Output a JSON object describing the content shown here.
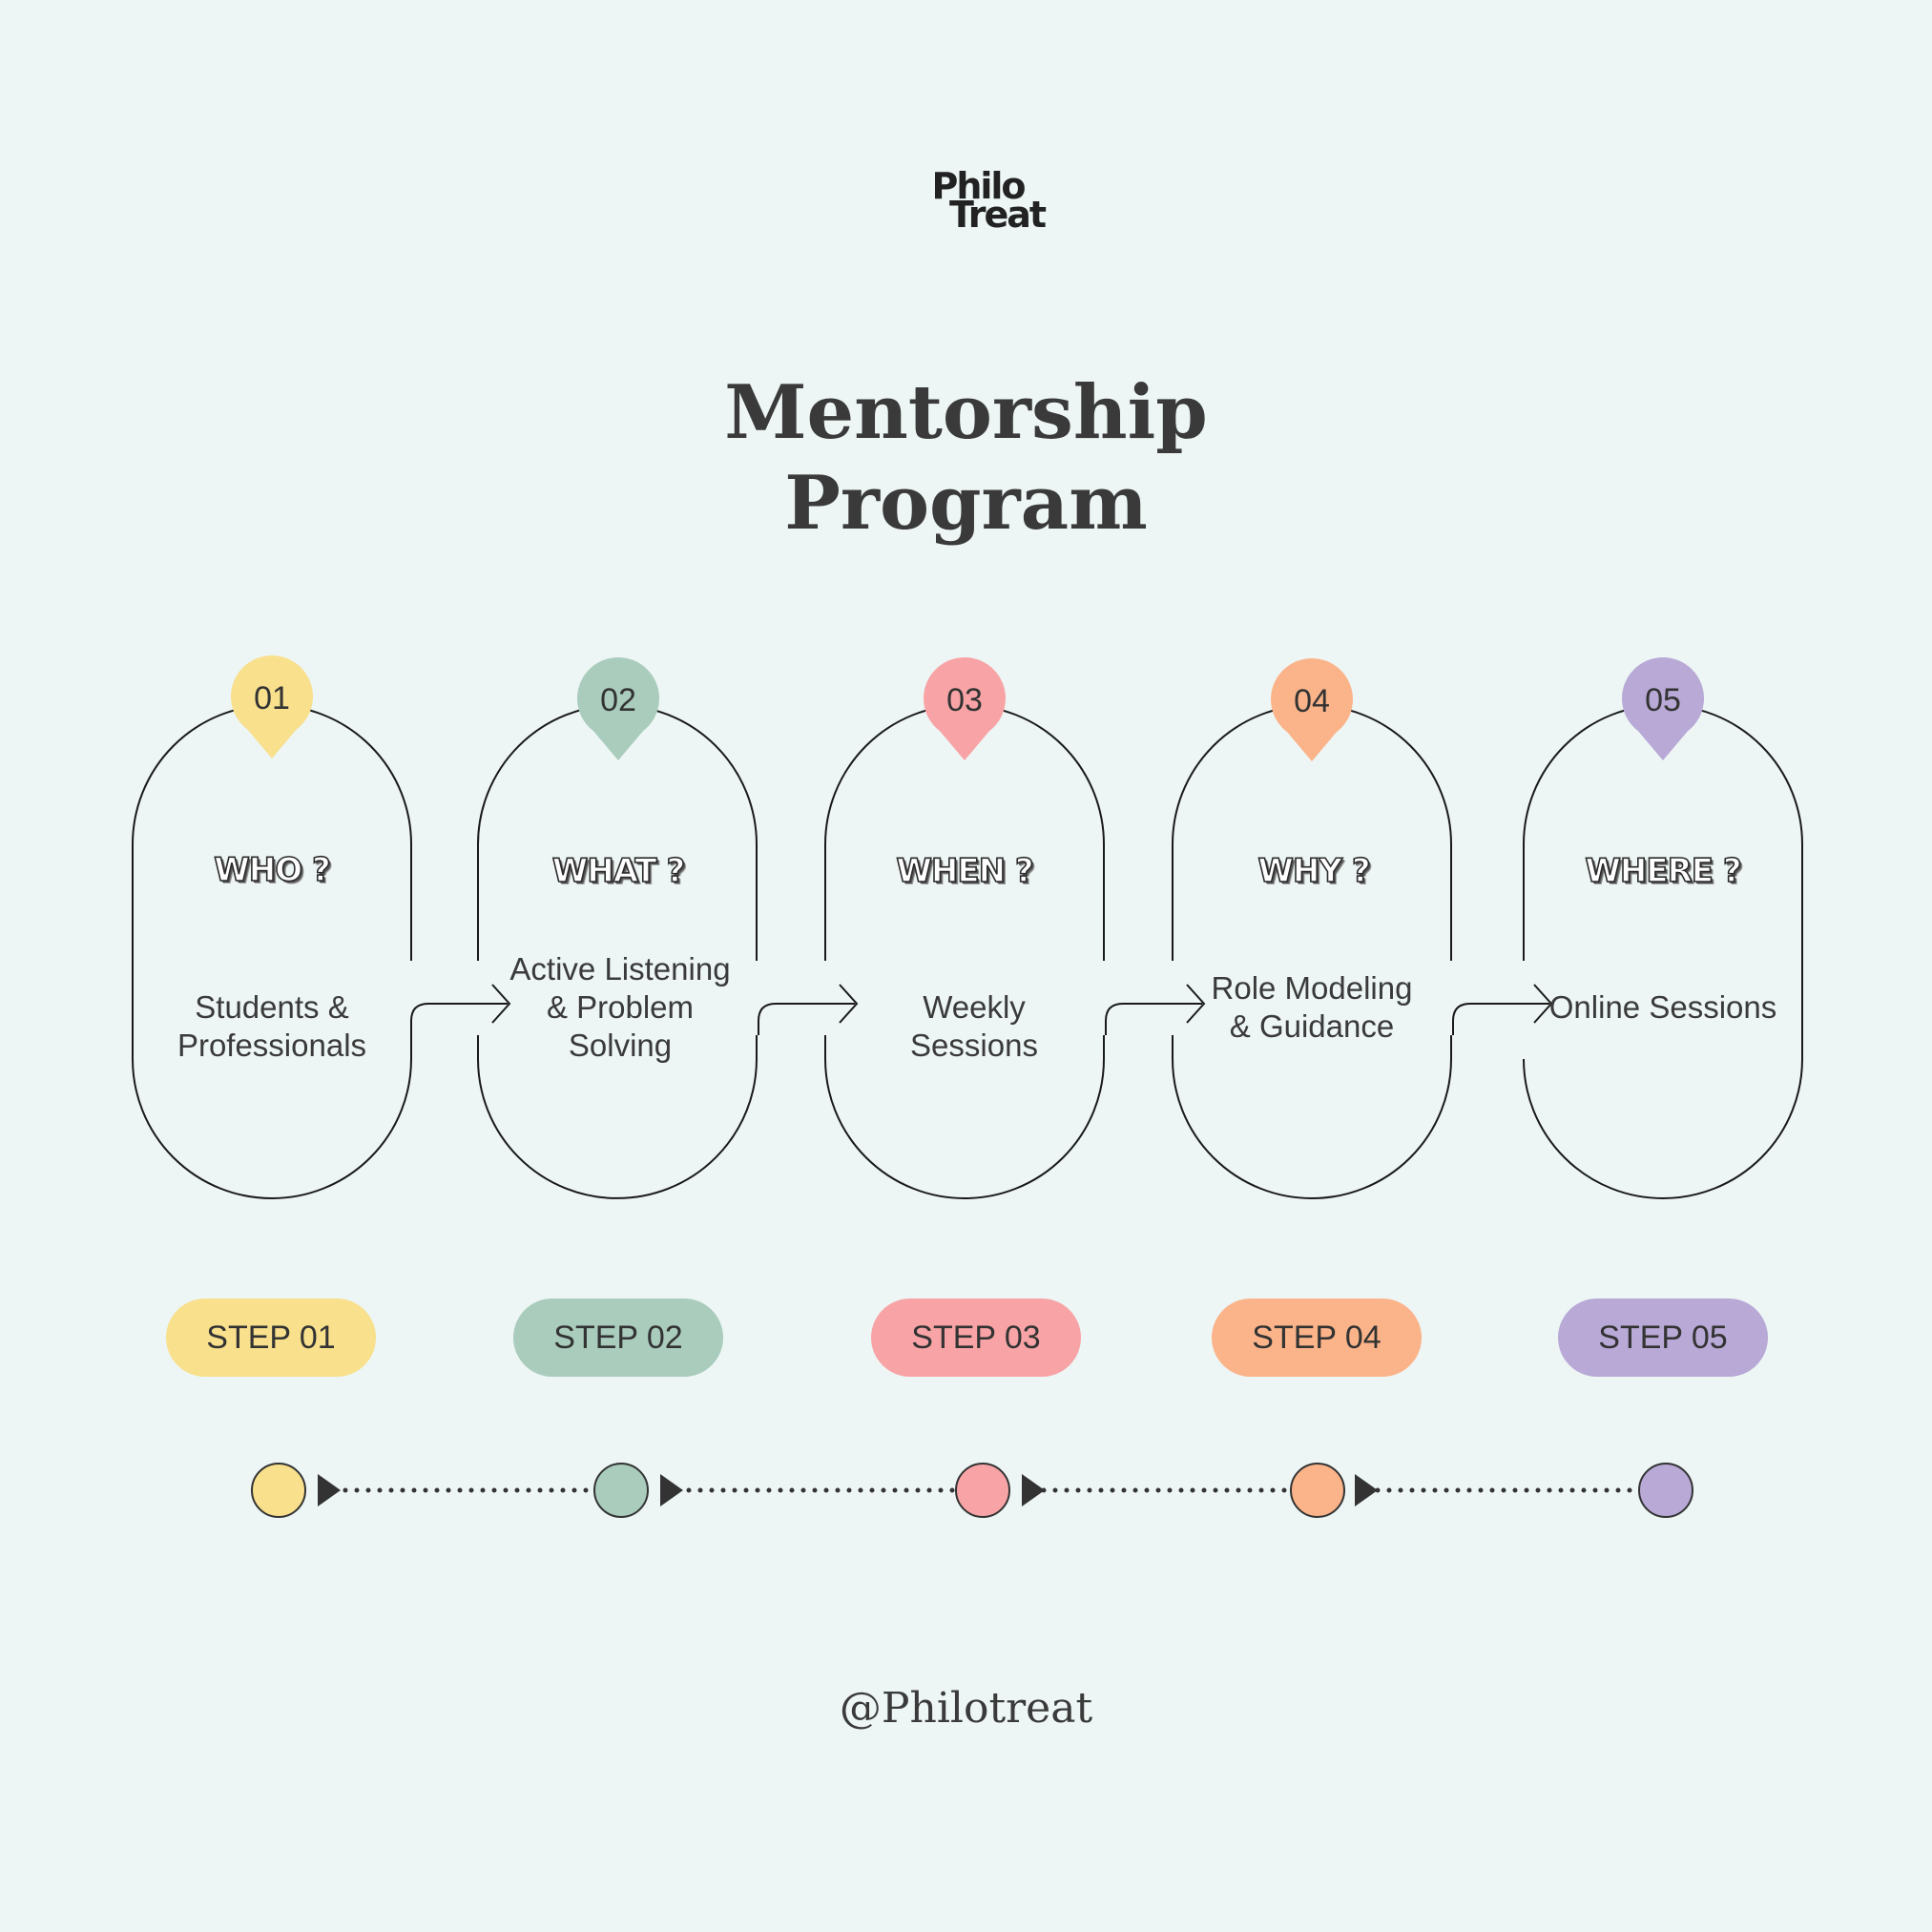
{
  "brand": {
    "logo_line1": "Philo",
    "logo_line2": "Treat",
    "handle": "@Philotreat"
  },
  "title": {
    "line1": "Mentorship",
    "line2": "Program"
  },
  "colors": {
    "background": "#edf6f5",
    "step1": "#f8e08d",
    "step2": "#a9ccbd",
    "step3": "#f8a4a6",
    "step4": "#fbb48a",
    "step5": "#b8a9d6"
  },
  "steps": [
    {
      "number": "01",
      "question": "WHO ?",
      "description": "Students & Professionals",
      "pill": "STEP 01"
    },
    {
      "number": "02",
      "question": "WHAT ?",
      "description": "Active Listening & Problem Solving",
      "pill": "STEP 02"
    },
    {
      "number": "03",
      "question": "WHEN ?",
      "description": "Weekly Sessions",
      "pill": "STEP 03"
    },
    {
      "number": "04",
      "question": "WHY ?",
      "description": "Role Modeling & Guidance",
      "pill": "STEP 04"
    },
    {
      "number": "05",
      "question": "WHERE ?",
      "description": "Online Sessions",
      "pill": "STEP 05"
    }
  ]
}
